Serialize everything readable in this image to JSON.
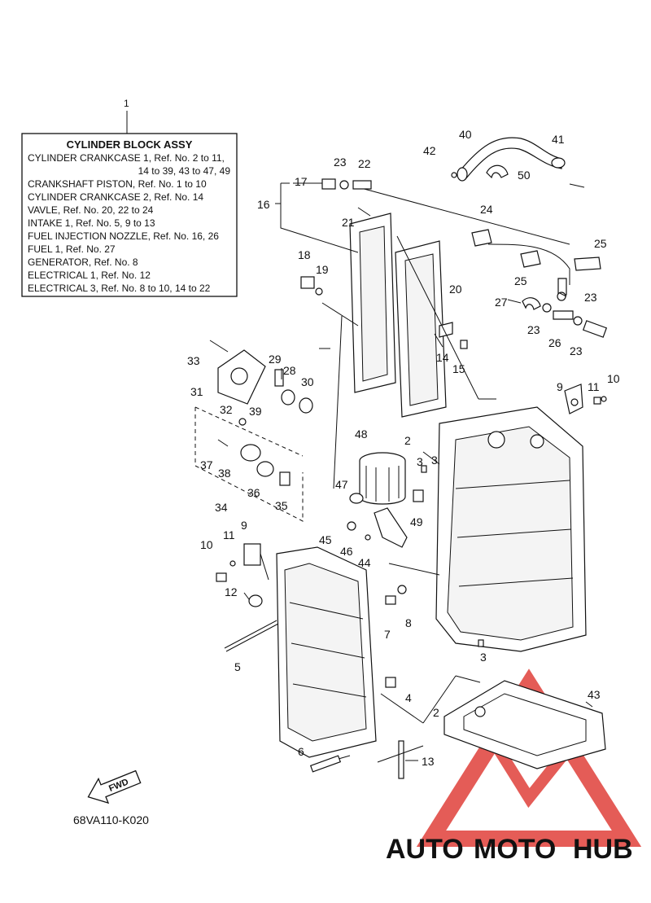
{
  "info_box": {
    "ref": "1",
    "title": "CYLINDER BLOCK ASSY",
    "lines": [
      "CYLINDER CRANKCASE 1,  Ref. No. 2 to 11,",
      "14 to 39, 43 to 47, 49",
      "CRANKSHAFT PISTON,  Ref. No. 1 to 10",
      "CYLINDER CRANKCASE 2,  Ref. No. 14",
      "VAVLE,  Ref. No. 20, 22 to 24",
      "INTAKE 1,  Ref. No. 5, 9 to 13",
      "FUEL INJECTION NOZZLE,  Ref. No. 16, 26",
      "FUEL 1,  Ref. No. 27",
      "GENERATOR,  Ref. No. 8",
      "ELECTRICAL 1,  Ref. No. 12",
      "ELECTRICAL 3,  Ref. No. 8 to 10, 14 to 22"
    ]
  },
  "fwd_label": "FWD",
  "drawing_code": "68VA110-K020",
  "watermark": {
    "text_orange": "AUTO",
    "text_red": "MOTO",
    "text_gray": "HUB",
    "color_orange": "#f4a640",
    "color_red": "#e0403a",
    "color_gray": "#6d6d6d"
  },
  "callouts": [
    "2",
    "2",
    "3",
    "3",
    "3",
    "4",
    "5",
    "6",
    "7",
    "8",
    "9",
    "9",
    "10",
    "10",
    "11",
    "11",
    "12",
    "13",
    "14",
    "15",
    "16",
    "17",
    "18",
    "19",
    "20",
    "21",
    "22",
    "23",
    "23",
    "23",
    "23",
    "24",
    "25",
    "25",
    "26",
    "27",
    "28",
    "29",
    "30",
    "31",
    "32",
    "33",
    "34",
    "35",
    "36",
    "37",
    "38",
    "39",
    "40",
    "41",
    "42",
    "43",
    "44",
    "45",
    "46",
    "47",
    "48",
    "49",
    "50"
  ]
}
